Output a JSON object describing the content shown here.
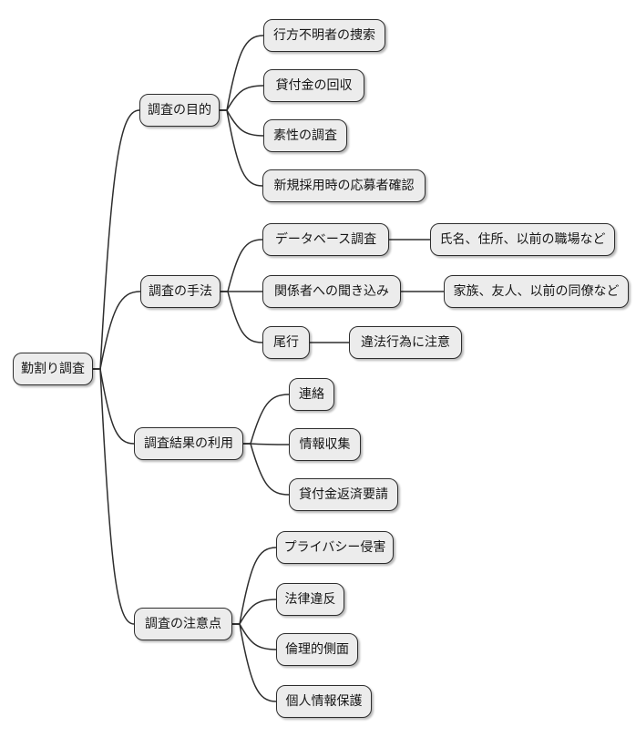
{
  "diagram": {
    "type": "mindmap",
    "background": "#ffffff",
    "node_fill": "#ececec",
    "node_border_color": "#2e2e2e",
    "edge_color": "#2e2e2e",
    "text_color": "#161616",
    "nodes": [
      {
        "id": "root",
        "label": "勤割り調査",
        "parent": null
      },
      {
        "id": "purpose",
        "label": "調査の目的",
        "parent": "root"
      },
      {
        "id": "purpose-missing",
        "label": "行方不明者の捜索",
        "parent": "purpose"
      },
      {
        "id": "purpose-loan",
        "label": "貸付金の回収",
        "parent": "purpose"
      },
      {
        "id": "purpose-identity",
        "label": "素性の調査",
        "parent": "purpose"
      },
      {
        "id": "purpose-hiring",
        "label": "新規採用時の応募者確認",
        "parent": "purpose"
      },
      {
        "id": "method",
        "label": "調査の手法",
        "parent": "root"
      },
      {
        "id": "method-database",
        "label": "データベース調査",
        "parent": "method"
      },
      {
        "id": "method-database-detail",
        "label": "氏名、住所、以前の職場など",
        "parent": "method-database"
      },
      {
        "id": "method-interview",
        "label": "関係者への聞き込み",
        "parent": "method"
      },
      {
        "id": "method-interview-detail",
        "label": "家族、友人、以前の同僚など",
        "parent": "method-interview"
      },
      {
        "id": "method-tailing",
        "label": "尾行",
        "parent": "method"
      },
      {
        "id": "method-tailing-note",
        "label": "違法行為に注意",
        "parent": "method-tailing"
      },
      {
        "id": "usage",
        "label": "調査結果の利用",
        "parent": "root"
      },
      {
        "id": "usage-contact",
        "label": "連絡",
        "parent": "usage"
      },
      {
        "id": "usage-info",
        "label": "情報収集",
        "parent": "usage"
      },
      {
        "id": "usage-repayment",
        "label": "貸付金返済要請",
        "parent": "usage"
      },
      {
        "id": "caution",
        "label": "調査の注意点",
        "parent": "root"
      },
      {
        "id": "caution-privacy",
        "label": "プライバシー侵害",
        "parent": "caution"
      },
      {
        "id": "caution-law",
        "label": "法律違反",
        "parent": "caution"
      },
      {
        "id": "caution-ethics",
        "label": "倫理的側面",
        "parent": "caution"
      },
      {
        "id": "caution-personal",
        "label": "個人情報保護",
        "parent": "caution"
      }
    ]
  }
}
